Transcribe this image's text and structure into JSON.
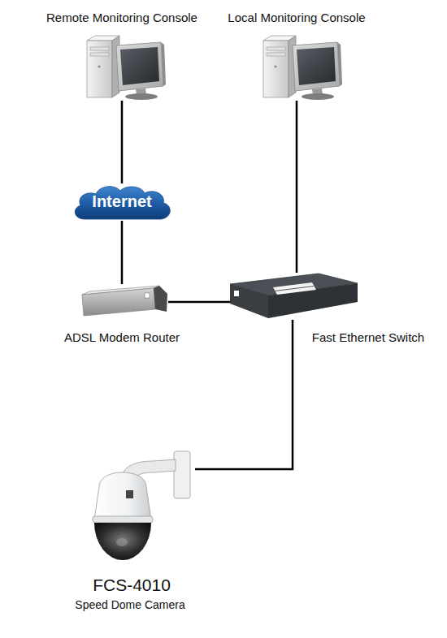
{
  "diagram": {
    "nodes": [
      {
        "text": [
          "Remote Monitoring Console"
        ]
      },
      {
        "text": [
          "Local Monitoring Console"
        ]
      },
      {
        "text": [
          "Internet"
        ]
      },
      {
        "text": [
          "ADSL Modem Router"
        ]
      },
      {
        "text": [
          "Fast Ethernet Switch"
        ]
      },
      {
        "text": [
          "FCS-4010",
          "Speed Dome Camera"
        ]
      }
    ],
    "edges": [
      {
        "from": 0,
        "to": 2,
        "arrow": "none"
      },
      {
        "from": 2,
        "to": 3,
        "arrow": "none"
      },
      {
        "from": 3,
        "to": 4,
        "arrow": "none"
      },
      {
        "from": 1,
        "to": 4,
        "arrow": "none"
      },
      {
        "from": 4,
        "to": 5,
        "arrow": "none"
      }
    ]
  }
}
